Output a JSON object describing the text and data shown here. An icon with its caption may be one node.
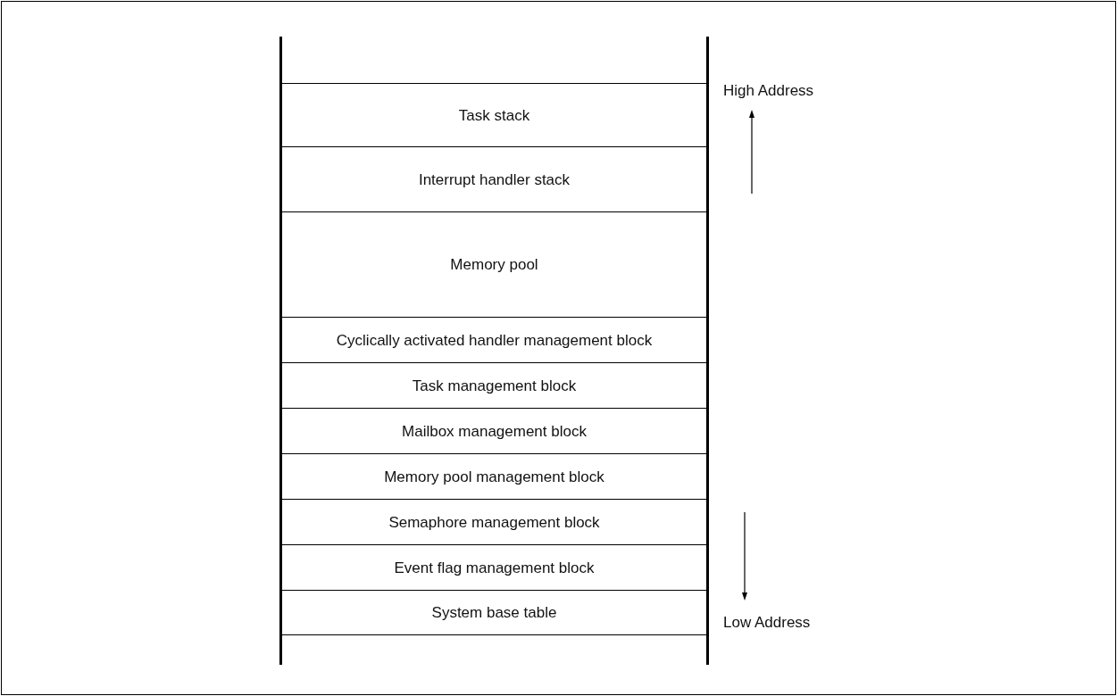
{
  "diagram": {
    "nodes": [
      {
        "text": [
          "Task stack"
        ]
      },
      {
        "text": [
          "Interrupt handler stack"
        ]
      },
      {
        "text": [
          "Memory pool"
        ]
      },
      {
        "text": [
          "Cyclically activated handler management block"
        ]
      },
      {
        "text": [
          "Task management block"
        ]
      },
      {
        "text": [
          "Mailbox management block"
        ]
      },
      {
        "text": [
          "Memory pool management block"
        ]
      },
      {
        "text": [
          "Semaphore management block"
        ]
      },
      {
        "text": [
          "Event flag management block"
        ]
      },
      {
        "text": [
          "System base table"
        ]
      }
    ],
    "labels": [
      "High Address",
      "Low Address"
    ]
  }
}
